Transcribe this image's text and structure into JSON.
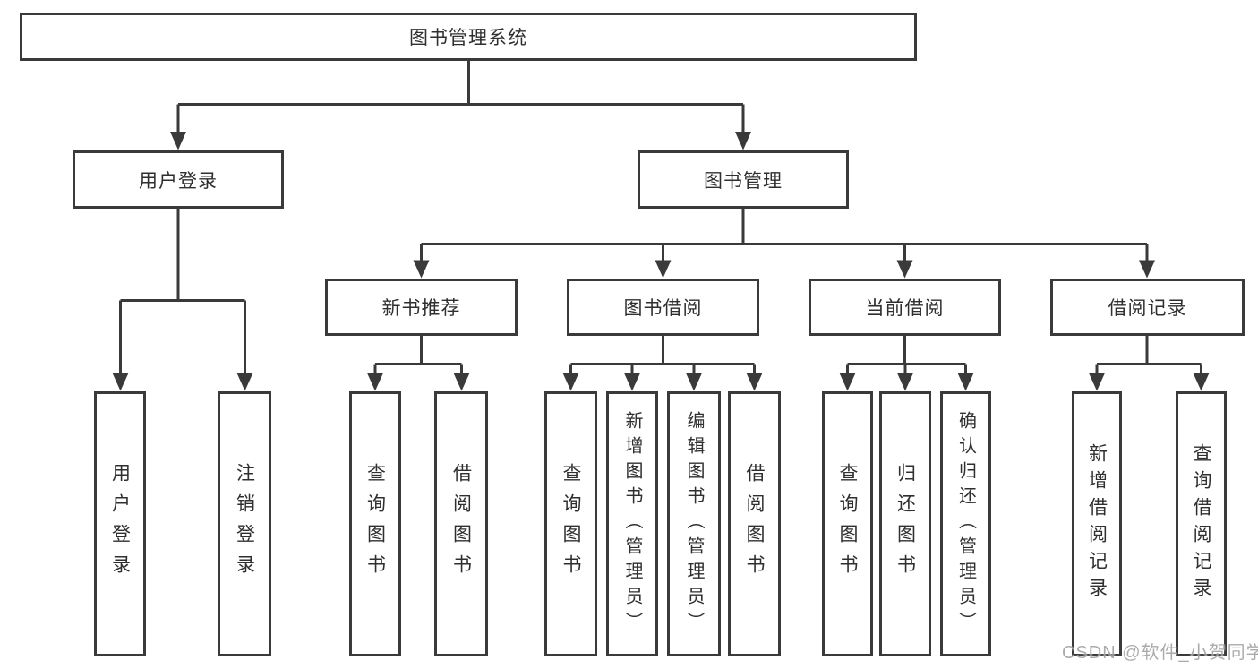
{
  "colors": {
    "line": "#3a3a3a",
    "text": "#2f2f2f",
    "watermark": "#a3a3a3",
    "background": "#ffffff"
  },
  "tree": {
    "root": {
      "label": "图书管理系统"
    },
    "children": [
      {
        "label": "用户登录",
        "children": [
          {
            "label": "用户登录"
          },
          {
            "label": "注销登录"
          }
        ]
      },
      {
        "label": "图书管理",
        "children": [
          {
            "label": "新书推荐",
            "children": [
              {
                "label": "查询图书"
              },
              {
                "label": "借阅图书"
              }
            ]
          },
          {
            "label": "图书借阅",
            "children": [
              {
                "label": "查询图书"
              },
              {
                "label": "新增图书（管理员）"
              },
              {
                "label": "编辑图书（管理员）"
              },
              {
                "label": "借阅图书"
              }
            ]
          },
          {
            "label": "当前借阅",
            "children": [
              {
                "label": "查询图书"
              },
              {
                "label": "归还图书"
              },
              {
                "label": "确认归还（管理员）"
              }
            ]
          },
          {
            "label": "借阅记录",
            "children": [
              {
                "label": "新增借阅记录"
              },
              {
                "label": "查询借阅记录"
              }
            ]
          }
        ]
      }
    ]
  },
  "watermark": {
    "text": "CSDN @软件_小贺同学"
  }
}
